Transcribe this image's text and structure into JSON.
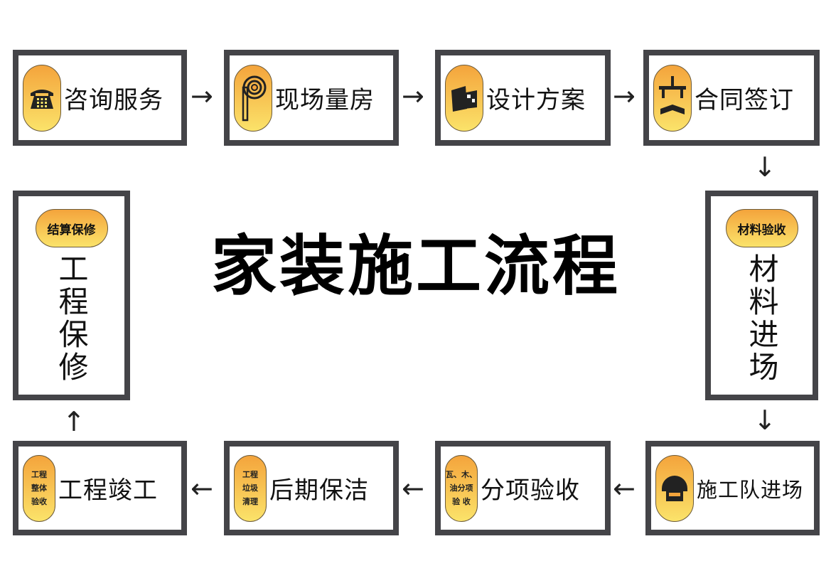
{
  "title": "家装施工流程",
  "steps": {
    "consult": {
      "label": "咨询服务",
      "icon": "telephone-icon"
    },
    "measure": {
      "label": "现场量房",
      "icon": "tape-measure-icon"
    },
    "design": {
      "label": "设计方案",
      "icon": "design-icon"
    },
    "contract": {
      "label": "合同签订",
      "icon": "contract-icon"
    },
    "material": {
      "badge": "材料验收",
      "label": "材料进场"
    },
    "team": {
      "label": "施工队进场",
      "icon": "helmet-icon"
    },
    "inspect": {
      "badge": [
        "瓦、木、",
        "油分项",
        "验 收"
      ],
      "label": "分项验收"
    },
    "clean": {
      "badge": [
        "工程",
        "垃圾",
        "清理"
      ],
      "label": "后期保洁"
    },
    "finish": {
      "badge": [
        "工程",
        "整体",
        "验收"
      ],
      "label": "工程竣工"
    },
    "warranty": {
      "badge": "结算保修",
      "label": "工程保修"
    }
  },
  "arrows": {
    "right": "→",
    "down": "↓",
    "left": "←",
    "up": "↑"
  },
  "colors": {
    "border": "#444448",
    "badge_top": "#f4a43c",
    "badge_bottom": "#fbe36a"
  }
}
